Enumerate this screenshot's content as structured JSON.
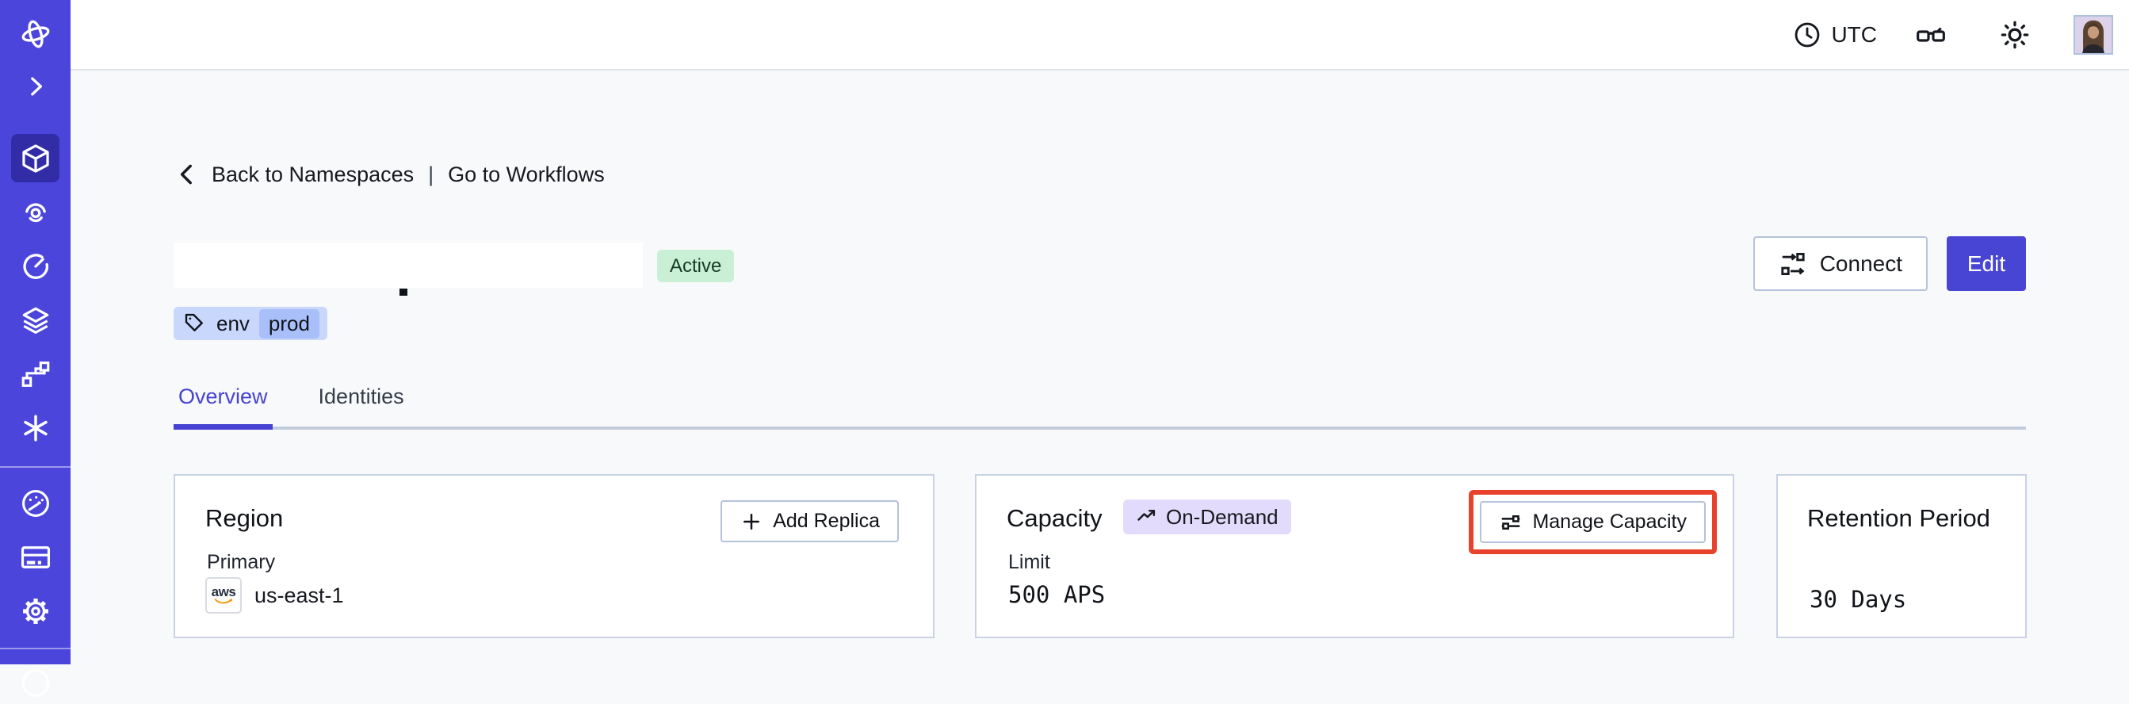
{
  "app": {
    "background": "#F8F9FB",
    "accent": "#4B45DB",
    "highlight_color": "#E8422C"
  },
  "topbar": {
    "timezone_label": "UTC",
    "icons": {
      "timezone": "clock-icon",
      "reader": "glasses-icon",
      "theme": "sun-icon",
      "account": "avatar"
    }
  },
  "sidebar": {
    "items": [
      {
        "name": "temporal-logo",
        "icon": "orbit-logo-icon",
        "active": false
      },
      {
        "name": "expand",
        "icon": "chevron-right-icon",
        "active": false
      },
      {
        "name": "namespaces",
        "icon": "cube-icon",
        "active": true
      },
      {
        "name": "workflows",
        "icon": "spiral-icon",
        "active": false
      },
      {
        "name": "schedules",
        "icon": "clock-retry-icon",
        "active": false
      },
      {
        "name": "deployments",
        "icon": "layers-icon",
        "active": false
      },
      {
        "name": "batch-operations",
        "icon": "pipeline-icon",
        "active": false
      },
      {
        "name": "nexus",
        "icon": "asterisk-icon",
        "active": false
      },
      {
        "name": "usage",
        "icon": "gauge-icon",
        "active": false
      },
      {
        "name": "billing",
        "icon": "credit-card-icon",
        "active": false
      },
      {
        "name": "settings",
        "icon": "gear-icon",
        "active": false
      },
      {
        "name": "help",
        "icon": "circle-icon",
        "active": false
      }
    ]
  },
  "breadcrumb": {
    "back_label": "Back to Namespaces",
    "separator": "|",
    "workflows_label": "Go to Workflows"
  },
  "namespace_header": {
    "status_badge": "Active",
    "tag": {
      "key": "env",
      "value": "prod"
    },
    "connect_button": "Connect",
    "edit_button": "Edit"
  },
  "tabs": [
    {
      "label": "Overview",
      "active": true
    },
    {
      "label": "Identities",
      "active": false
    }
  ],
  "cards": {
    "region": {
      "title": "Region",
      "add_replica_button": "Add Replica",
      "primary_label": "Primary",
      "provider": "aws",
      "region_value": "us-east-1"
    },
    "capacity": {
      "title": "Capacity",
      "mode_badge": "On-Demand",
      "manage_button": "Manage Capacity",
      "limit_label": "Limit",
      "limit_value": "500 APS"
    },
    "retention": {
      "title": "Retention Period",
      "value": "30 Days"
    }
  }
}
